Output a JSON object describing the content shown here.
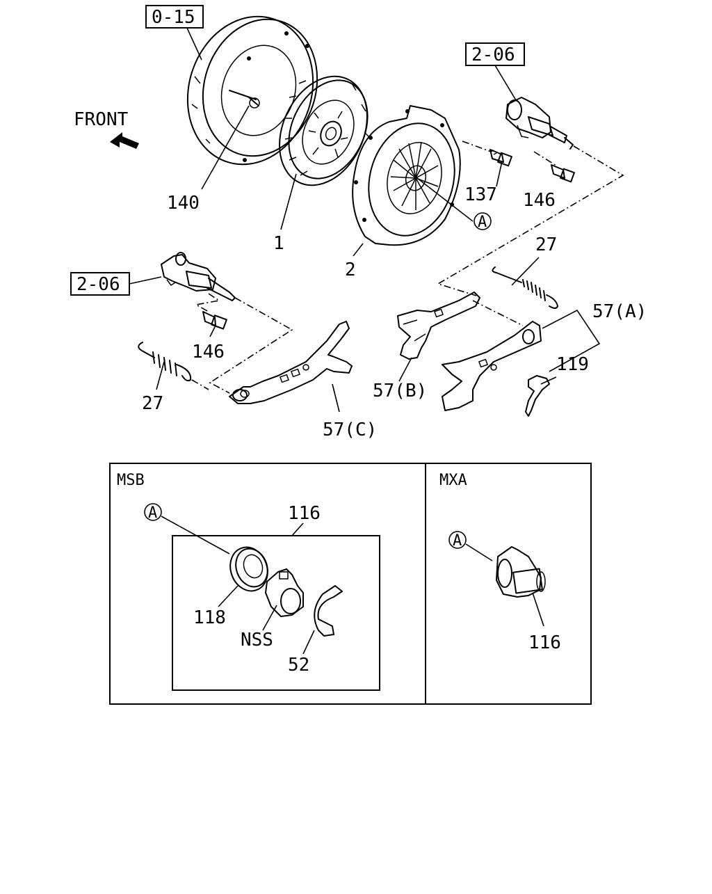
{
  "diagram": {
    "front_label": "FRONT",
    "ref_boxes": [
      "0-15",
      "2-06",
      "2-06"
    ],
    "part_numbers": {
      "flywheel_pin": "140",
      "clutch_disc": "1",
      "pressure_plate": "2",
      "bolt_upper": "137",
      "bolt_right": "146",
      "bolt_left": "146",
      "spring_right": "27",
      "spring_left": "27",
      "fork_a": "57(A)",
      "fork_b": "57(B)",
      "fork_c": "57(C)",
      "clip": "119"
    },
    "callout_marker": "A",
    "panels": {
      "msb": {
        "title": "MSB",
        "group_number": "116",
        "marker": "A",
        "bearing": "118",
        "sleeve": "NSS",
        "clip": "52"
      },
      "mxa": {
        "title": "MXA",
        "marker": "A",
        "assembly": "116"
      }
    }
  }
}
